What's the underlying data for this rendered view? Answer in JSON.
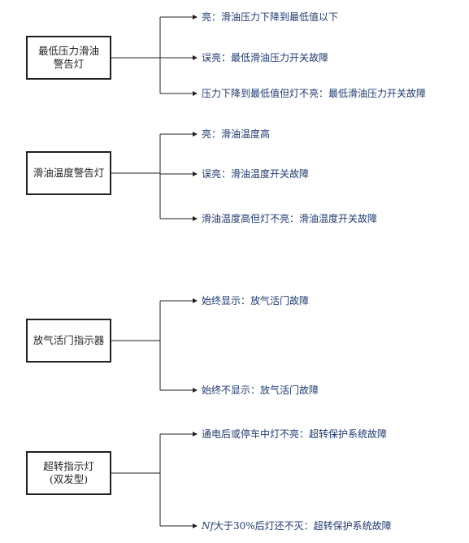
{
  "groups": [
    {
      "box": [
        "最低压力滑油",
        "警告灯"
      ],
      "outcomes": [
        "亮：滑油压力下降到最低值以下",
        "误亮：最低滑油压力开关故障",
        "压力下降到最低值但灯不亮：最低滑油压力开关故障"
      ]
    },
    {
      "box": [
        "滑油温度警告灯"
      ],
      "outcomes": [
        "亮：滑油温度高",
        "误亮：滑油温度开关故障",
        "滑油温度高但灯不亮：滑油温度开关故障"
      ]
    },
    {
      "box": [
        "放气活门指示器"
      ],
      "outcomes": [
        "始终显示：放气活门故障",
        "始终不显示：放气活门故障"
      ]
    },
    {
      "box": [
        "超转指示灯",
        "(双发型)"
      ],
      "outcomes": [
        "通电后或停车中灯不亮：超转保护系统故障",
        {
          "italic": "Nf",
          "rest": "大于30%后灯还不灭：超转保护系统故障"
        }
      ]
    }
  ],
  "colors": {
    "box_border": "#231f20",
    "line": "#231f20",
    "label_text": "#1f3a6e"
  }
}
